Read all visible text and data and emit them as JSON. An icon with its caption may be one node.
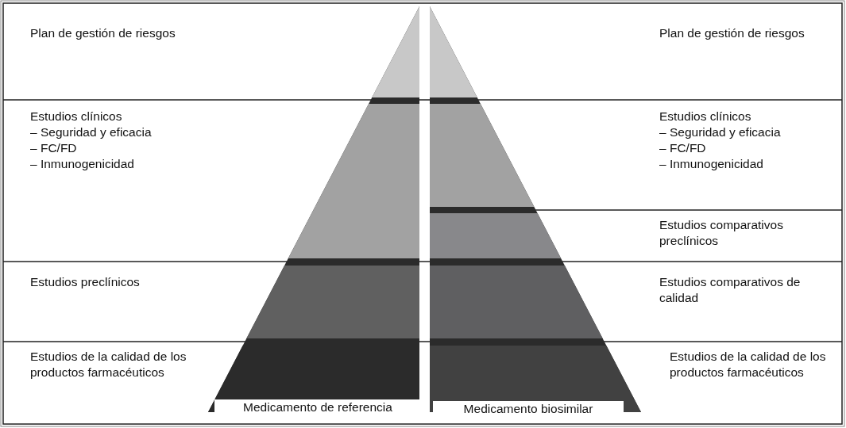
{
  "diagram": {
    "labels": [
      "Plan de gestión de riesgos",
      "Plan de gestión de riesgos",
      "Estudios clínicos",
      "– Seguridad y eficacia",
      "– FC/FD",
      "– Inmunogenicidad",
      "Estudios clínicos",
      "– Seguridad y eficacia",
      "– FC/FD",
      "– Inmunogenicidad",
      "Estudios comparativos preclínicos",
      "Estudios preclínicos",
      "Estudios comparativos de calidad",
      "Estudios de la calidad de los productos farmacéuticos",
      "Estudios de la calidad de los productos farmacéuticos",
      "Medicamento de referencia",
      "Medicamento biosimilar"
    ]
  }
}
